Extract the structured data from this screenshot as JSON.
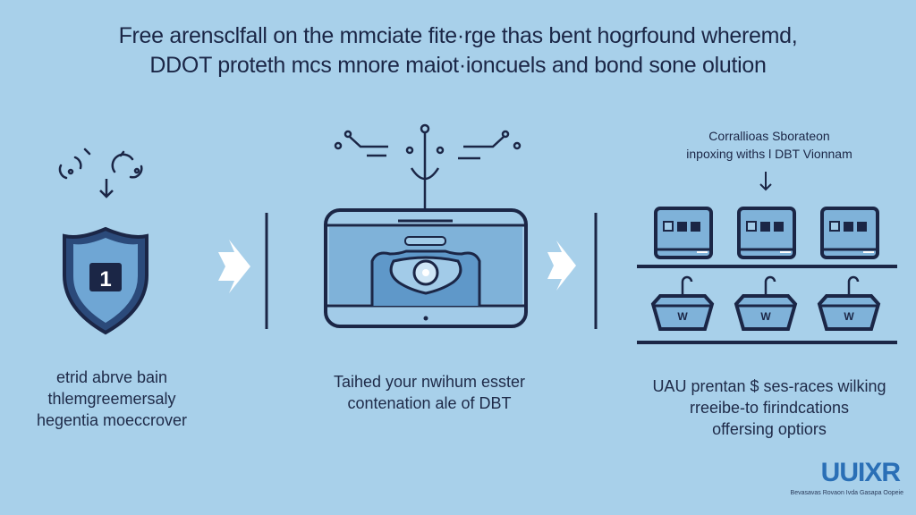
{
  "title": {
    "line1": "Free arensclfall on the mmciate fite·rge thas bent hogrfound wheremd,",
    "line2": "DDOT proteth mcs mnore maiot·ioncuels and bond sone olution"
  },
  "panels": [
    {
      "icon": "shield-icon",
      "badge": "1",
      "caption": [
        "etrid abrve bain",
        "thlemgreemersaly",
        "hegentia moeccrover"
      ]
    },
    {
      "icon": "tablet-camera-icon",
      "caption": [
        "Taihed your nwihum esster",
        "contenation ale of DBT"
      ]
    },
    {
      "icon": "device-shelf-icon",
      "note": [
        "Corrallioas Sborateon",
        "inpoxing withs l DBT Vionnam"
      ],
      "basket_label": "W",
      "caption": [
        "UAU prentan $ ses-races wilking",
        "rreeibe-to firindcations",
        "offersing optiors"
      ]
    }
  ],
  "logo": {
    "text": "UUIXR",
    "tagline": "Bevasavas Rovaon Ivda Gasapa Oopeie"
  },
  "colors": {
    "background": "#a8d0ea",
    "ink": "#1b2646",
    "fill": "#7fb2d9"
  }
}
